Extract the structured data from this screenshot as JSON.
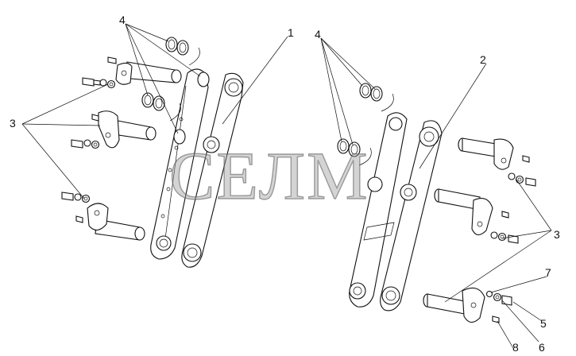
{
  "watermark": "СЕЛМ",
  "callouts": {
    "c1": "1",
    "c2": "2",
    "c3_left": "3",
    "c3_right": "3",
    "c4_left": "4",
    "c4_right": "4",
    "c5": "5",
    "c6": "6",
    "c7": "7",
    "c8": "8"
  }
}
